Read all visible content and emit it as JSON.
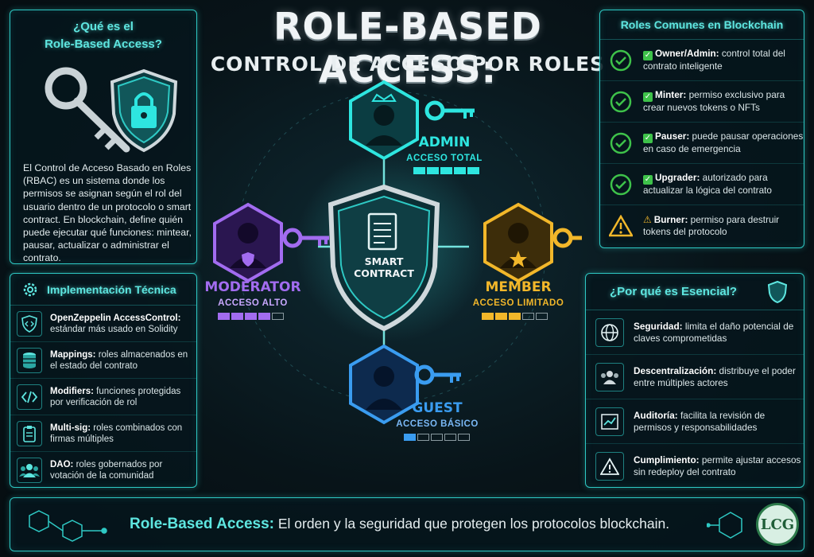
{
  "header": {
    "title": "ROLE-BASED ACCESS:",
    "subtitle": "CONTROL DE ACCESO POR ROLES"
  },
  "what_panel": {
    "title_line1": "¿Qué es el",
    "title_line2": "Role-Based Access?",
    "body": "El Control de Acceso Basado en Roles (RBAC) es un sistema donde los permisos se asignan según el rol del usuario dentro de un protocolo o smart contract.  En blockchain, define quién puede ejecutar qué funciones: mintear, pausar, actualizar o administrar el contrato."
  },
  "impl_panel": {
    "title": "Implementación Técnica",
    "items": [
      {
        "strong": "OpenZeppelin AccessControl:",
        "text": " estándar más usado en Solidity",
        "icon": "code-shield-icon"
      },
      {
        "strong": "Mappings:",
        "text": " roles almacenados en el estado del contrato",
        "icon": "database-icon"
      },
      {
        "strong": "Modifiers:",
        "text": " funciones protegidas por verificación de rol",
        "icon": "code-brackets-icon"
      },
      {
        "strong": "Multi-sig:",
        "text": " roles combinados con firmas múltiples",
        "icon": "clipboard-icon"
      },
      {
        "strong": "DAO:",
        "text": " roles gobernados por votación de la comunidad",
        "icon": "community-icon"
      }
    ]
  },
  "roles_panel": {
    "title": "Roles Comunes en Blockchain",
    "items": [
      {
        "strong": "Owner/Admin:",
        "text": " control total del contrato inteligente",
        "mark": "ok"
      },
      {
        "strong": "Minter:",
        "text": " permiso exclusivo para crear nuevos tokens o NFTs",
        "mark": "ok"
      },
      {
        "strong": "Pauser:",
        "text": " puede pausar operaciones en caso de emergencia",
        "mark": "ok"
      },
      {
        "strong": "Upgrader:",
        "text": " autorizado para actualizar la lógica del contrato",
        "mark": "ok"
      },
      {
        "strong": "Burner:",
        "text": " permiso para destruir tokens del protocolo",
        "mark": "warn"
      }
    ]
  },
  "why_panel": {
    "title": "¿Por qué es Esencial?",
    "items": [
      {
        "strong": "Seguridad:",
        "text": " limita el daño potencial de claves comprometidas",
        "icon": "globe-icon"
      },
      {
        "strong": "Descentralización:",
        "text": " distribuye el poder entre múltiples actores",
        "icon": "people-icon"
      },
      {
        "strong": "Auditoría:",
        "text": " facilita la revisión de permisos y responsabilidades",
        "icon": "chart-icon"
      },
      {
        "strong": "Cumplimiento:",
        "text": " permite ajustar accesos sin redeploy del contrato",
        "icon": "warning-icon"
      }
    ]
  },
  "diagram": {
    "center": {
      "line1": "SMART",
      "line2": "CONTRACT"
    },
    "nodes": [
      {
        "id": "admin",
        "name": "ADMIN",
        "access": "ACCESO TOTAL",
        "level": 5,
        "color": "#2ee6e0"
      },
      {
        "id": "moderator",
        "name": "MODERATOR",
        "access": "ACCESO ALTO",
        "level": 4,
        "color": "#a26cf0"
      },
      {
        "id": "member",
        "name": "MEMBER",
        "access": "ACCESO LIMITADO",
        "level": 3,
        "color": "#f2b72a"
      },
      {
        "id": "guest",
        "name": "GUEST",
        "access": "ACCESO BÁSICO",
        "level": 1,
        "color": "#3a9cf0"
      }
    ]
  },
  "banner": {
    "strong": "Role-Based Access:",
    "text": " El orden y la seguridad que protegen los protocolos blockchain.",
    "logo": "LCG"
  },
  "colors": {
    "accent": "#2ec9c4",
    "admin": "#2ee6e0",
    "moderator": "#a26cf0",
    "member": "#f2b72a",
    "guest": "#3a9cf0"
  }
}
